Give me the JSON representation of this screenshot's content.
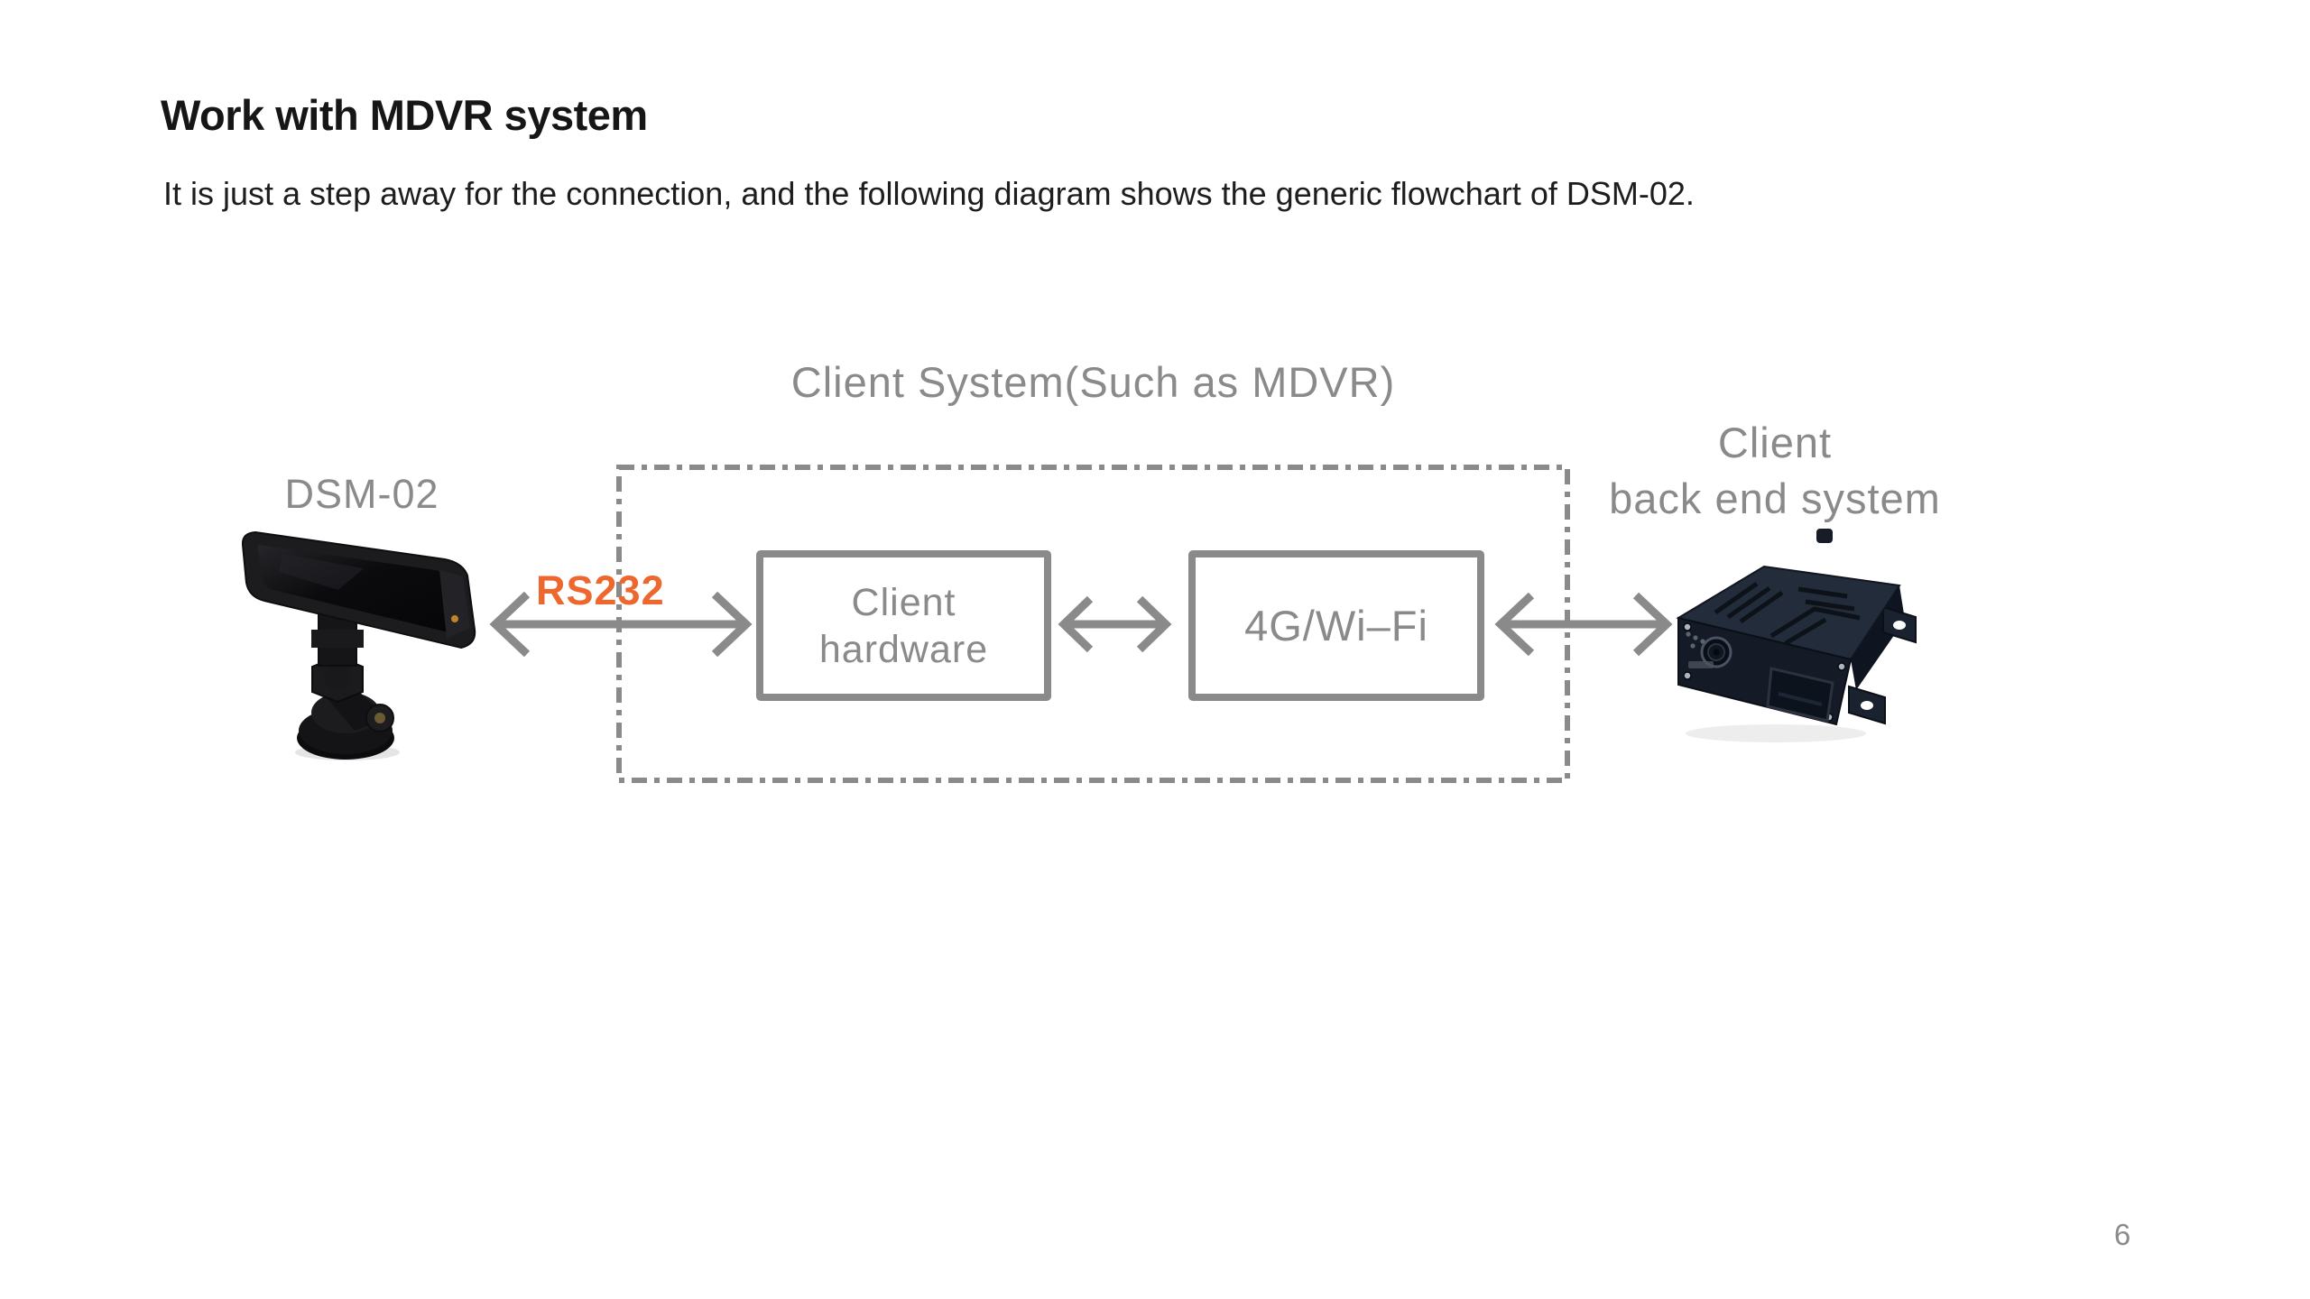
{
  "page": {
    "title": "Work with MDVR system",
    "subtitle": "It is just a step away for the connection, and the following diagram shows the generic flowchart of DSM-02.",
    "page_number": "6"
  },
  "diagram": {
    "system_box_label": "Client System(Such as MDVR)",
    "dsm_device_label": "DSM-02",
    "link_label": "RS232",
    "client_hardware_line1": "Client",
    "client_hardware_line2": "hardware",
    "network_box_label": "4G/Wi–Fi",
    "backend_line1": "Client",
    "backend_line2": "back end system"
  },
  "colors": {
    "diagram_gray": "#8a8a8a",
    "accent_orange": "#ed672e",
    "text_black": "#161616"
  }
}
